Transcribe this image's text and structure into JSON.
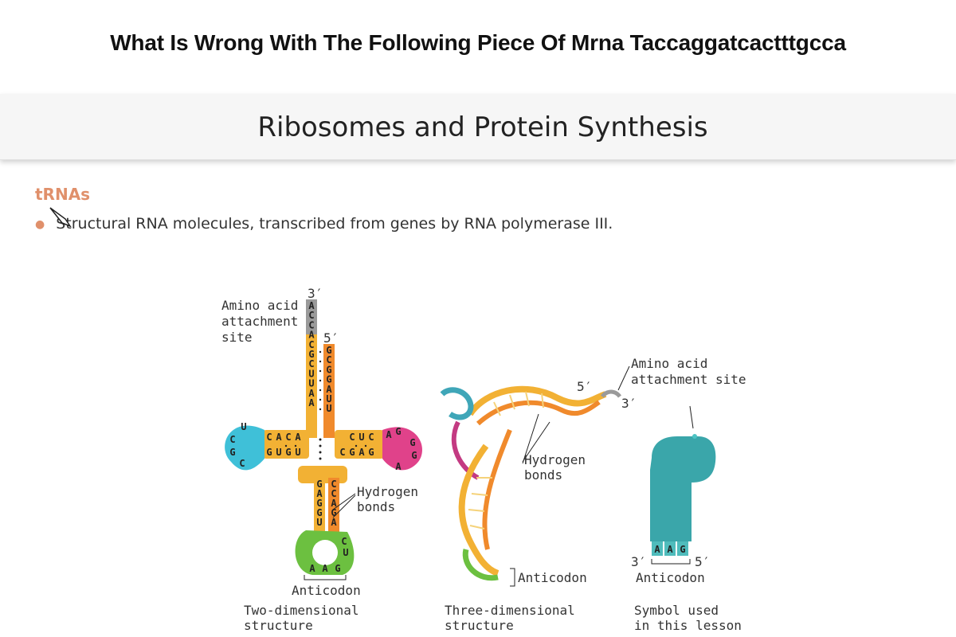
{
  "header": {
    "title": "What Is Wrong With The Following Piece Of Mrna Taccaggatcactttgcca"
  },
  "slide": {
    "title": "Ribosomes and Protein Synthesis",
    "section": "tRNAs",
    "bullet": "Structural RNA molecules, transcribed from genes by RNA polymerase III."
  },
  "diagram": {
    "two_d": {
      "amino_label_1": "Amino acid",
      "amino_label_2": "attachment",
      "amino_label_3": "site",
      "three_prime": "3′",
      "five_prime": "5′",
      "hbond_1": "Hydrogen",
      "hbond_2": "bonds",
      "anticodon": "Anticodon",
      "caption_1": "Two-dimensional",
      "caption_2": "structure",
      "acceptor_3_strand": [
        "A",
        "C",
        "C",
        "A",
        "C",
        "G",
        "C",
        "U",
        "U",
        "A",
        "A"
      ],
      "acceptor_5_strand": [
        "G",
        "C",
        "G",
        "G",
        "A",
        "U",
        "U"
      ],
      "left_loop_top": [
        "C",
        "A",
        "C",
        "A"
      ],
      "left_loop_bottom": [
        "G",
        "U",
        "G",
        "U"
      ],
      "left_loop_outer": [
        "U",
        "C",
        "G",
        "C"
      ],
      "right_loop_top": [
        "C",
        "U",
        "C"
      ],
      "right_loop_bottom": [
        "C",
        "G",
        "A",
        "G"
      ],
      "right_loop_outer": [
        "A",
        "G",
        "G",
        "G",
        "A"
      ],
      "anticodon_stem_left": [
        "G",
        "A",
        "G",
        "G",
        "U"
      ],
      "anticodon_stem_right": [
        "C",
        "C",
        "A",
        "G",
        "A"
      ],
      "anticodon_bases": [
        "A",
        "A",
        "G"
      ],
      "anticodon_side": [
        "C",
        "U"
      ]
    },
    "three_d": {
      "five_prime": "5′",
      "three_prime": "3′",
      "amino_label_1": "Amino acid",
      "amino_label_2": "attachment site",
      "hbond_1": "Hydrogen",
      "hbond_2": "bonds",
      "anticodon": "Anticodon",
      "caption_1": "Three-dimensional",
      "caption_2": "structure"
    },
    "symbol": {
      "bases": [
        "A",
        "A",
        "G"
      ],
      "three_prime": "3′",
      "five_prime": "5′",
      "anticodon": "Anticodon",
      "caption_1": "Symbol used",
      "caption_2": "in this lesson"
    },
    "colors": {
      "acceptor": "#9a9a9a",
      "stem": "#f2b134",
      "stem_orange": "#f08a2c",
      "d_loop": "#3fc0d8",
      "t_loop": "#e0428a",
      "anticodon_loop": "#6cc040",
      "symbol": "#3aa6aa"
    }
  }
}
